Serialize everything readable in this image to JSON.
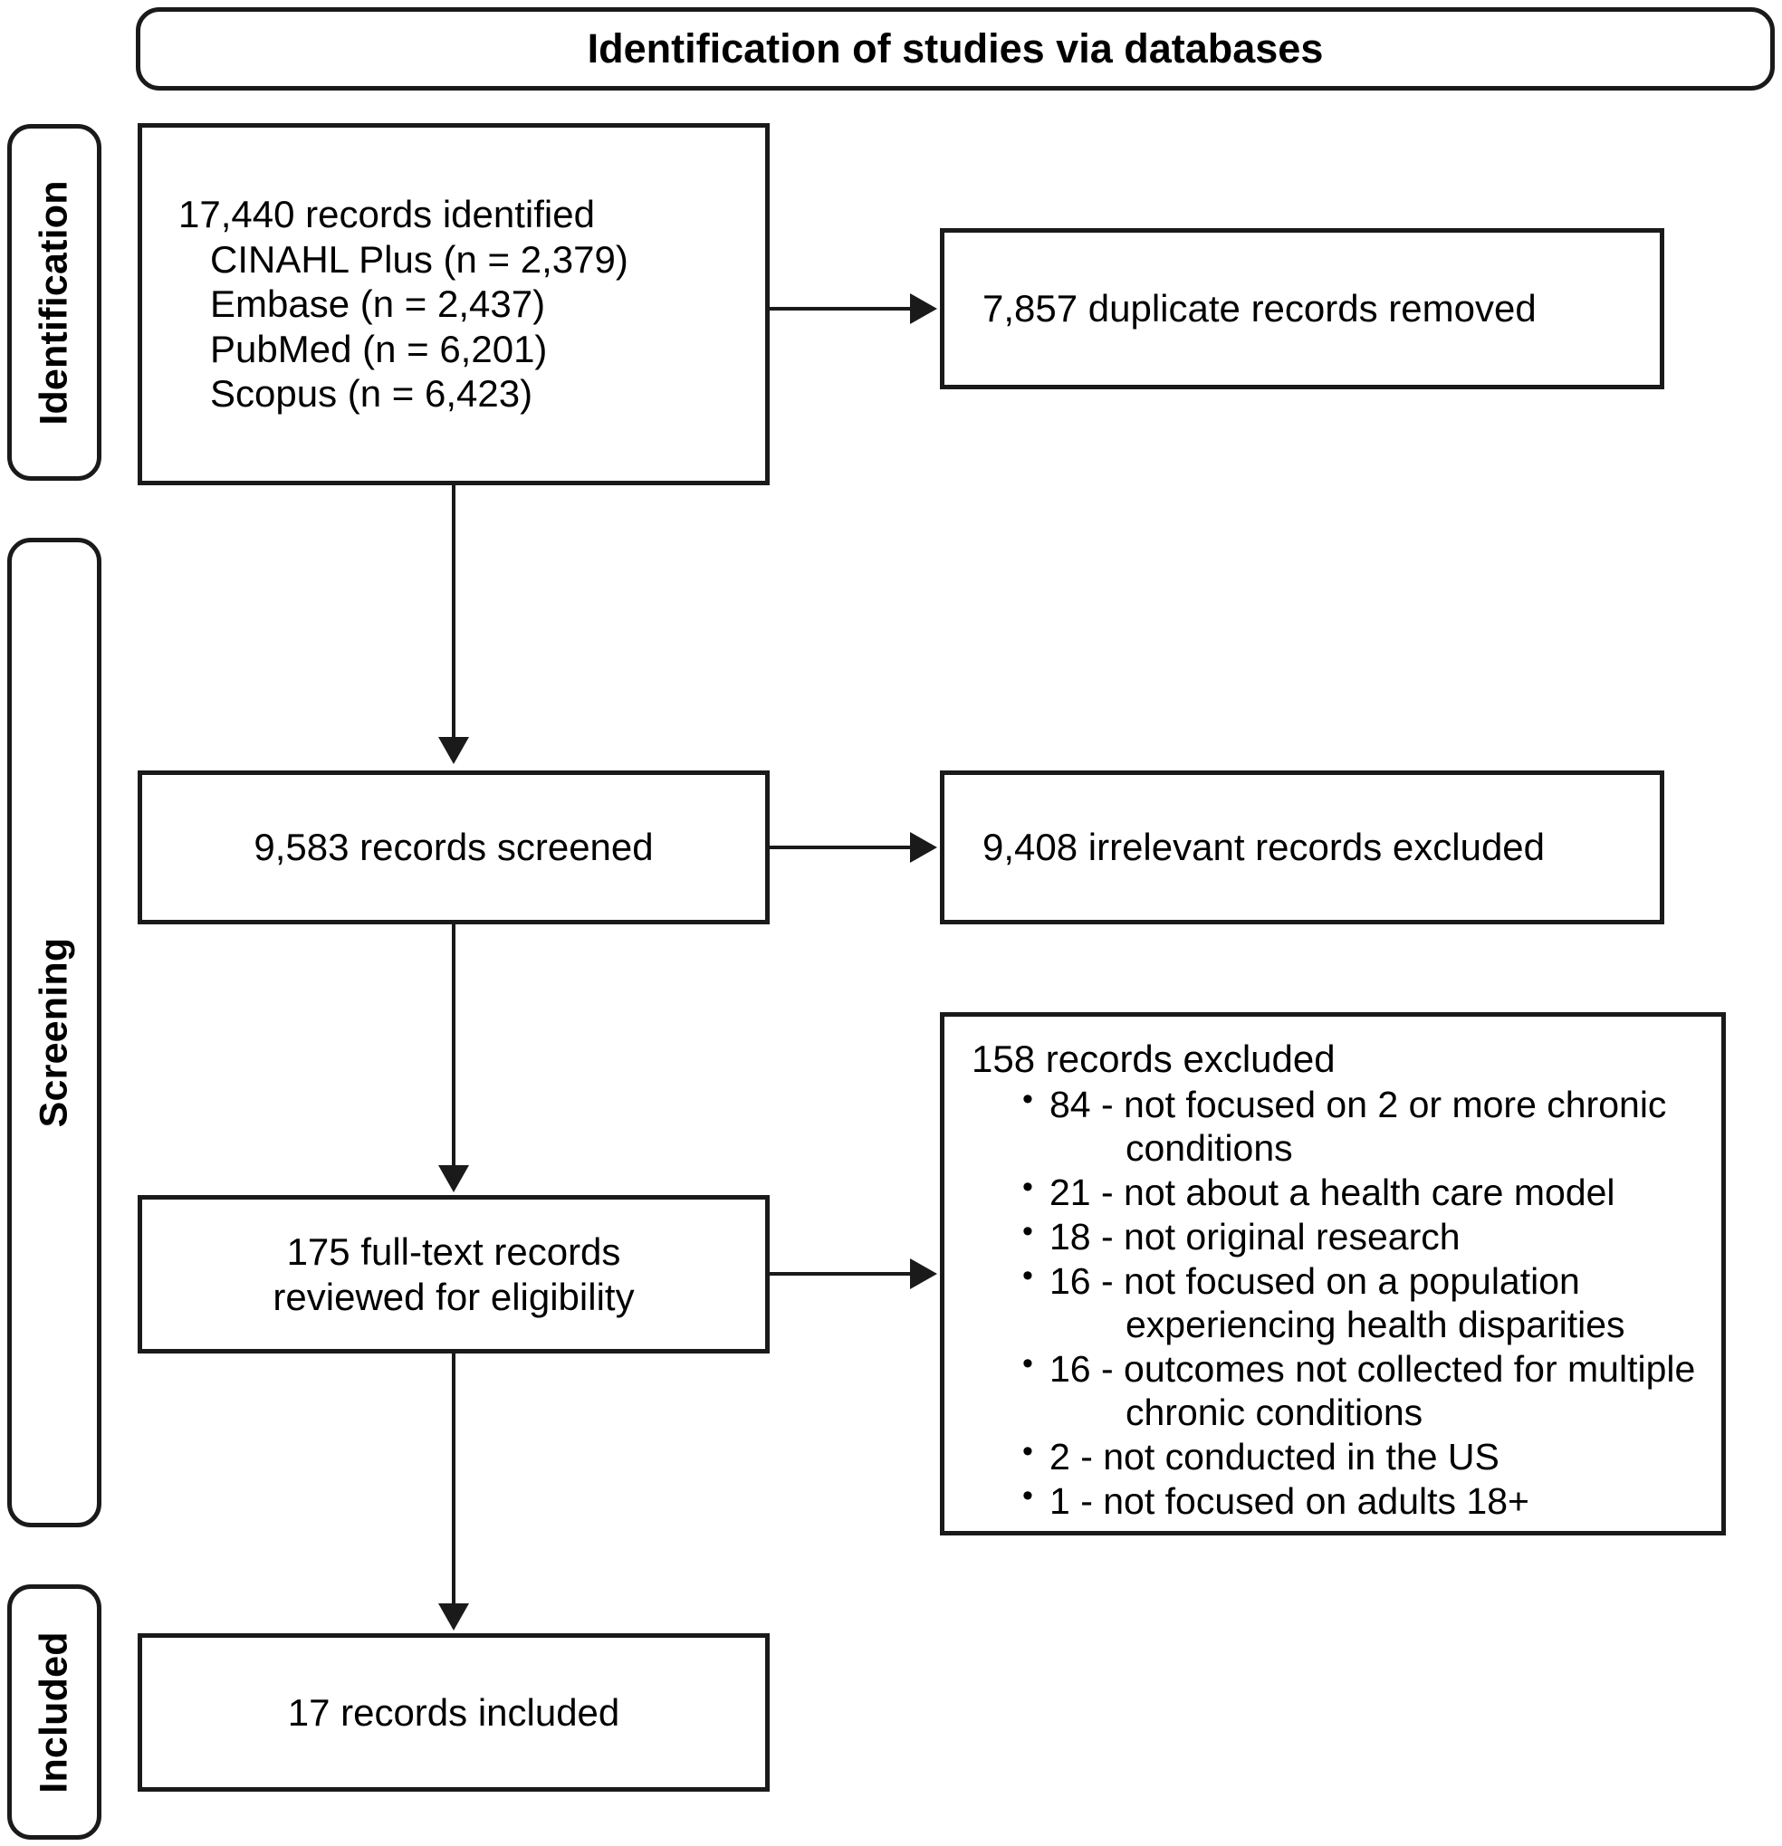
{
  "banner": {
    "title": "Identification of studies via databases"
  },
  "stages": [
    {
      "key": "identification",
      "label": "Identification"
    },
    {
      "key": "screening",
      "label": "Screening"
    },
    {
      "key": "included",
      "label": "Included"
    }
  ],
  "boxes": {
    "identified": {
      "lines": [
        "17,440 records identified",
        "   CINAHL Plus (n = 2,379)",
        "   Embase (n = 2,437)",
        "   PubMed (n = 6,201)",
        "   Scopus (n = 6,423)"
      ]
    },
    "duplicates_removed": {
      "lines": [
        "7,857 duplicate records removed"
      ]
    },
    "screened": {
      "lines": [
        "9,583 records screened"
      ]
    },
    "irrelevant_excluded": {
      "lines": [
        "9,408 irrelevant records excluded"
      ]
    },
    "fulltext_reviewed": {
      "lines": [
        "175 full-text records",
        "reviewed for eligibility"
      ]
    },
    "records_excluded": {
      "heading": "158 records excluded",
      "reasons": [
        "84 - not focused on 2 or more chronic conditions",
        "21 - not about a health care model",
        "18 - not original research",
        "16 - not focused on a population experiencing health disparities",
        "16 - outcomes not collected for multiple chronic conditions",
        "2 - not conducted in the US",
        "1 - not focused on adults 18+"
      ]
    },
    "included": {
      "lines": [
        "17 records included"
      ]
    }
  },
  "colors": {
    "stroke": "#1a1a1a",
    "background": "#ffffff",
    "text": "#000000"
  }
}
